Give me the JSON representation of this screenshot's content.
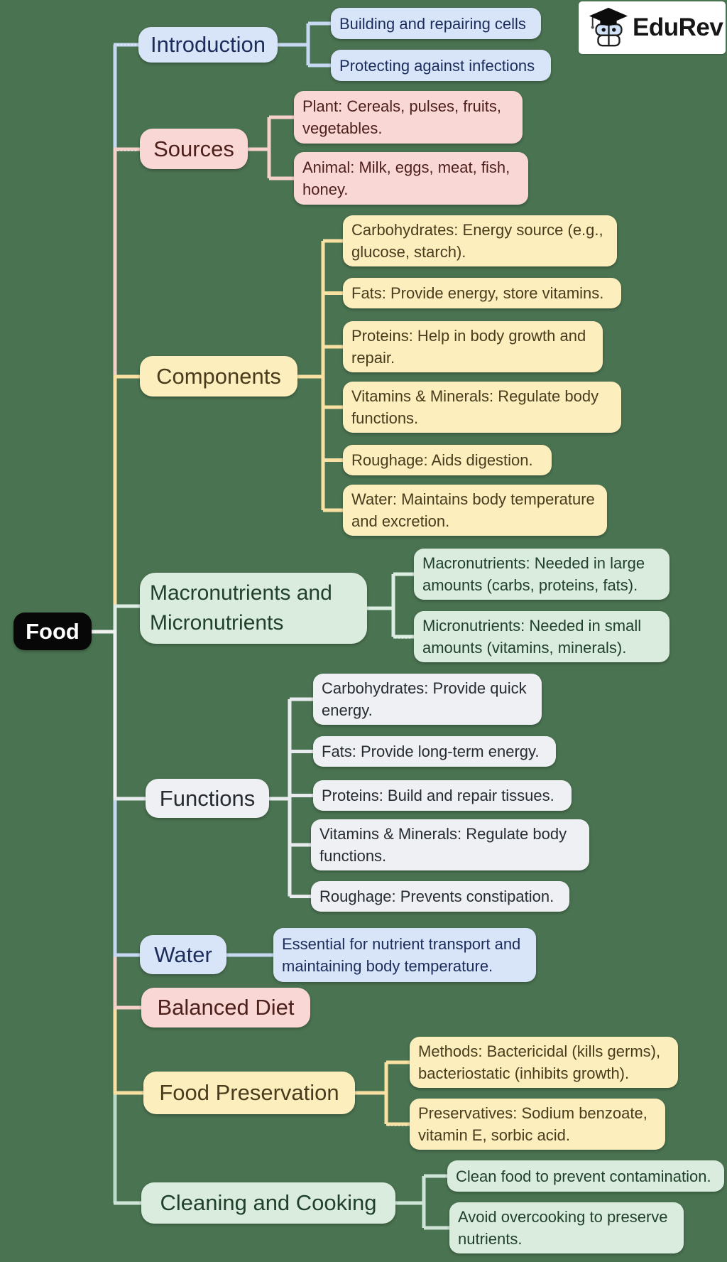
{
  "logo": {
    "brand": "EduRev"
  },
  "root": {
    "label": "Food"
  },
  "palette": {
    "background": "#4a7351",
    "blue": "#d8e5f8",
    "pink": "#f9d7d4",
    "yellow": "#fdeebd",
    "green": "#d9ecdd",
    "gray": "#eef0f3",
    "root_black": "#070707"
  },
  "branches": [
    {
      "label": "Introduction",
      "color": "blue",
      "leaves": [
        "Building and repairing cells",
        "Protecting against infections"
      ]
    },
    {
      "label": "Sources",
      "color": "pink",
      "leaves": [
        "Plant: Cereals, pulses, fruits, vegetables.",
        "Animal: Milk, eggs, meat, fish, honey."
      ]
    },
    {
      "label": "Components",
      "color": "yellow",
      "leaves": [
        "Carbohydrates: Energy source (e.g., glucose, starch).",
        "Fats: Provide energy, store vitamins.",
        "Proteins: Help in body growth and repair.",
        "Vitamins & Minerals: Regulate body functions.",
        "Roughage: Aids digestion.",
        "Water: Maintains body temperature and excretion."
      ]
    },
    {
      "label": "Macronutrients and Micronutrients",
      "color": "green",
      "leaves": [
        "Macronutrients: Needed in large amounts (carbs, proteins, fats).",
        "Micronutrients: Needed in small amounts (vitamins, minerals)."
      ]
    },
    {
      "label": "Functions",
      "color": "gray",
      "leaves": [
        "Carbohydrates: Provide quick energy.",
        "Fats: Provide long-term energy.",
        "Proteins: Build and repair tissues.",
        "Vitamins & Minerals: Regulate body functions.",
        "Roughage: Prevents constipation."
      ]
    },
    {
      "label": "Water",
      "color": "blue",
      "leaves": [
        "Essential for nutrient transport and maintaining body temperature."
      ]
    },
    {
      "label": "Balanced Diet",
      "color": "pink",
      "leaves": []
    },
    {
      "label": "Food Preservation",
      "color": "yellow",
      "leaves": [
        "Methods: Bactericidal (kills germs), bacteriostatic (inhibits growth).",
        "Preservatives: Sodium benzoate, vitamin E, sorbic acid."
      ]
    },
    {
      "label": "Cleaning and Cooking",
      "color": "green",
      "leaves": [
        "Clean food to prevent contamination.",
        "Avoid overcooking to preserve nutrients."
      ]
    }
  ]
}
